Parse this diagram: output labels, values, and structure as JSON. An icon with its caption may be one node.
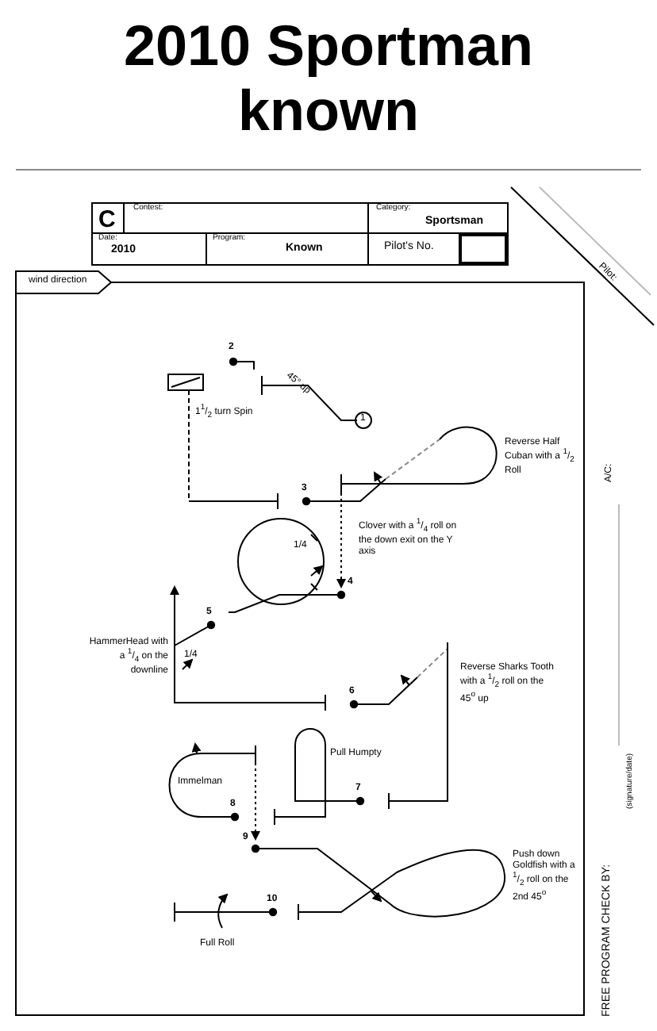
{
  "diagram": {
    "title": "2010 Sportman known",
    "labels": [
      "C",
      "Contest:",
      "Category:",
      "Sportsman",
      "Date:",
      "2010",
      "Program:",
      "Known",
      "Pilot's No.",
      "Pilot:",
      "wind direction",
      "2",
      "45° up",
      "1",
      "1$^{1}$/$_{2}$ turn Spin",
      "Reverse Half Cuban with a $^{1}$/$_{2}$ Roll",
      "A/C:",
      "3",
      "Clover with a $^{1}$/$_{4}$ roll on the down exit on the Y axis",
      "1/4",
      "4",
      "5",
      "HammerHead with a $^{1}$/$_{4}$ on the downline",
      "1/4",
      "Reverse Sharks Tooth with a $^{1}$/$_{2}$ roll on the 45$^{o}$ up",
      "6",
      "Pull Humpty",
      "Immelman",
      "7",
      "8",
      "9",
      "Push down Goldfish with a $^{1}$/$_{2}$ roll on the 2nd 45$^{o}$",
      "FREE PROGRAM CHECK BY:",
      "(signature/date)",
      "10",
      "Full Roll"
    ]
  }
}
